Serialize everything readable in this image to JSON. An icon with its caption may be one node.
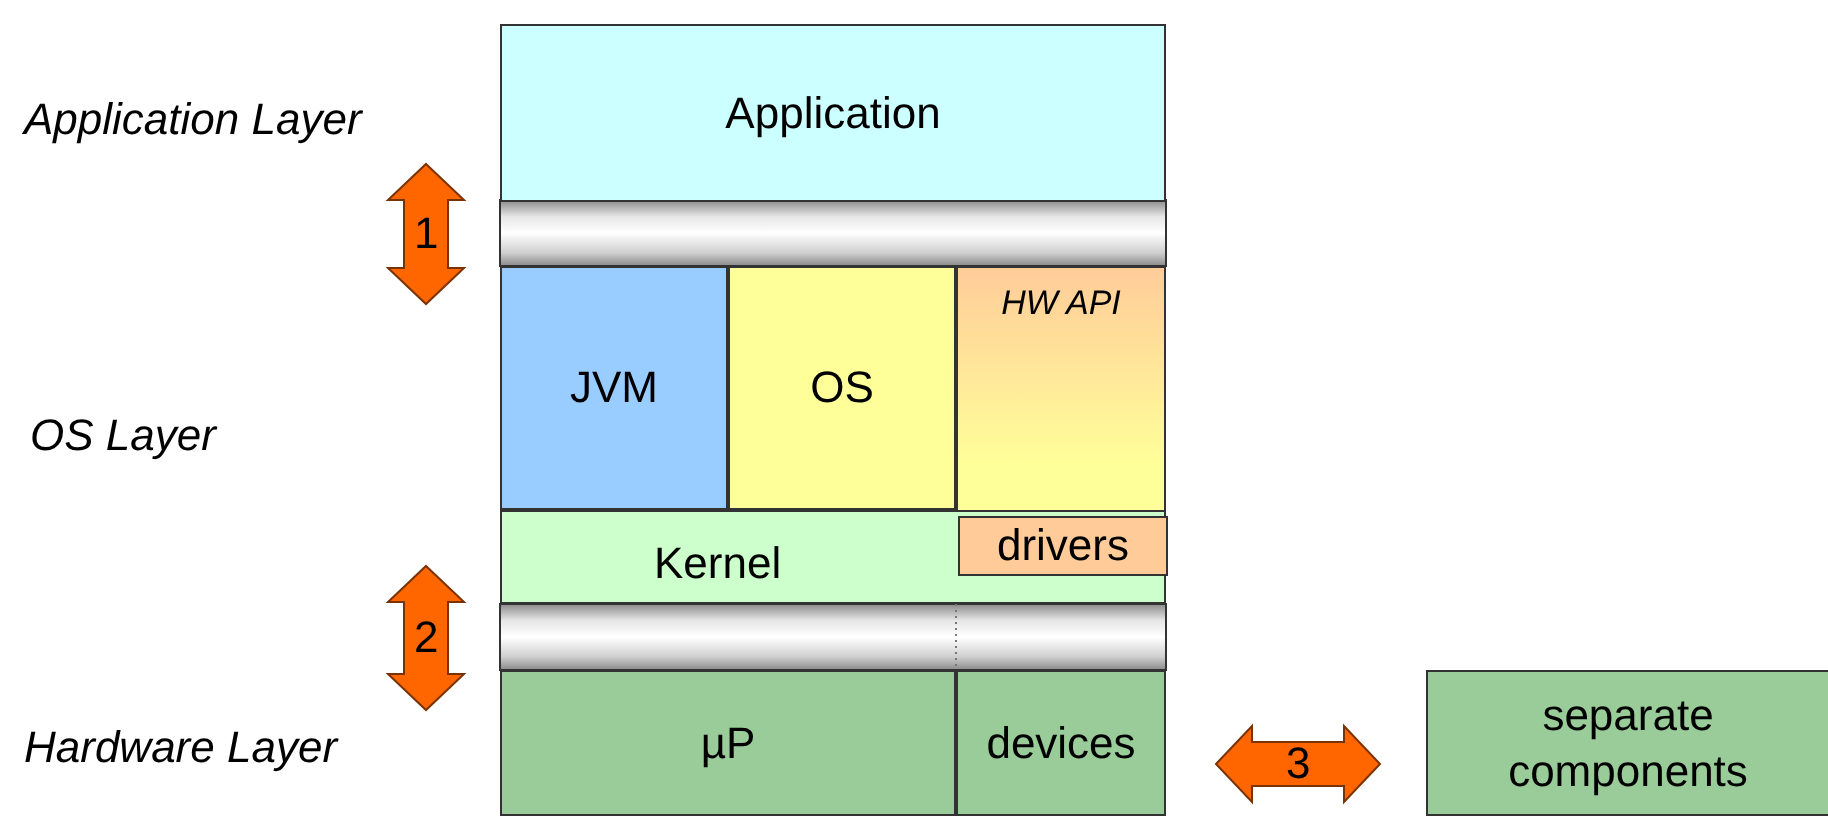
{
  "diagram": {
    "nodes": [
      {
        "text": [
          "Application Layer"
        ]
      },
      {
        "text": [
          "OS Layer"
        ]
      },
      {
        "text": [
          "Hardware Layer"
        ]
      },
      {
        "text": [
          "Application"
        ]
      },
      {
        "text": [
          "JVM"
        ]
      },
      {
        "text": [
          "OS"
        ]
      },
      {
        "text": [
          "HW API"
        ]
      },
      {
        "text": [
          "Kernel"
        ]
      },
      {
        "text": [
          "drivers"
        ],
        "in": 7
      },
      {
        "text": [
          "µP"
        ]
      },
      {
        "text": [
          "devices"
        ]
      },
      {
        "text": [
          "separate components"
        ]
      },
      {
        "text": [],
        "shape": "bar"
      },
      {
        "text": [],
        "shape": "bar"
      }
    ],
    "edges": [
      {
        "from": 10,
        "to": 11,
        "arrow": "both",
        "label": "3"
      }
    ],
    "labels": [
      "1",
      "2"
    ]
  }
}
